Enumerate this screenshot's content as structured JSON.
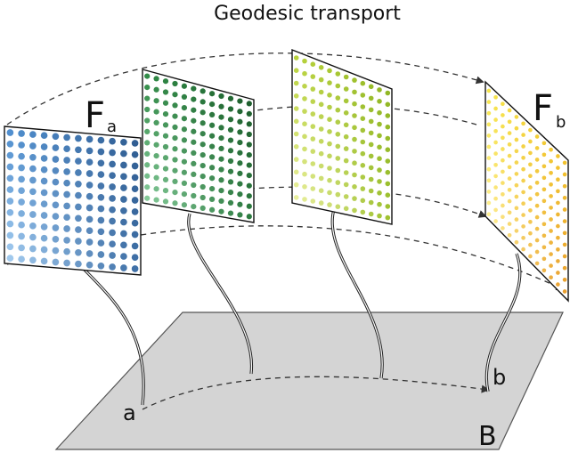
{
  "title": "Geodesic transport",
  "labels": {
    "fiber_a_main": "F",
    "fiber_a_sub": "a",
    "fiber_b_main": "F",
    "fiber_b_sub": "b",
    "point_a": "a",
    "point_b": "b",
    "base": "B"
  },
  "colors": {
    "base_fill": "#d4d4d4",
    "panel1_tl": "#4f8fd0",
    "panel1_tr": "#2f5b8f",
    "panel1_bl": "#a9d0f2",
    "panel1_br": "#3c6ea6",
    "panel2_tl": "#2f8a45",
    "panel2_tr": "#1d5d2c",
    "panel2_bl": "#8ccfa0",
    "panel2_br": "#2a7a3e",
    "panel3_tl": "#b8d23a",
    "panel3_tr": "#8fb524",
    "panel3_bl": "#eef2a6",
    "panel3_br": "#9cc02c",
    "panel4_tl": "#f6e64b",
    "panel4_tr": "#f2c22c",
    "panel4_bl": "#fff29a",
    "panel4_br": "#e89a2a"
  }
}
